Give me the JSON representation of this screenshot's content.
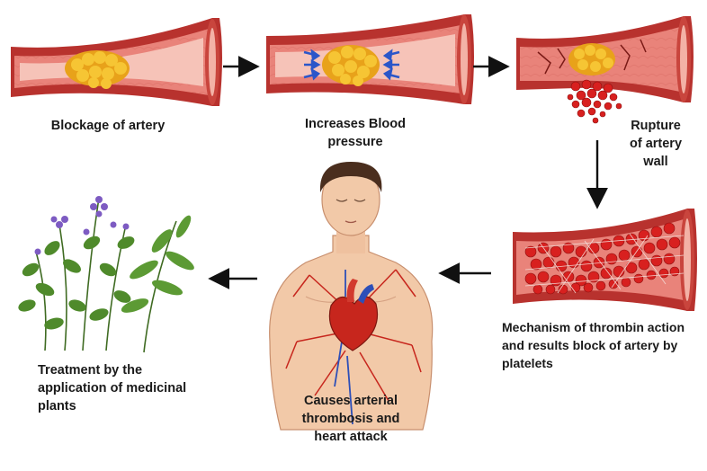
{
  "steps": {
    "blockage": {
      "lines": [
        "Blockage of artery"
      ]
    },
    "pressure": {
      "lines": [
        "Increases Blood",
        "pressure"
      ]
    },
    "rupture": {
      "lines": [
        "Rupture",
        "of artery",
        "wall"
      ]
    },
    "thrombin": {
      "lines": [
        "Mechanism of thrombin action",
        "and results block of artery by",
        "platelets"
      ]
    },
    "thrombosis": {
      "lines": [
        "Causes arterial",
        "thrombosis and",
        "heart attack"
      ]
    },
    "treatment": {
      "lines": [
        "Treatment by the",
        "application of medicinal",
        "plants"
      ]
    }
  },
  "colors": {
    "artery_outer": "#b8322e",
    "artery_inner": "#e9837a",
    "artery_lumen": "#f6c3b8",
    "plaque": "#f2b51f",
    "pressure_arrow": "#2b56c9",
    "blood_cell": "#d8201f",
    "skin": "#f2c9a8",
    "heart": "#c7261d",
    "vein": "#2d4fb8",
    "leaf": "#4f8a2b",
    "flower": "#7d5bc2",
    "arrow": "#111111"
  }
}
